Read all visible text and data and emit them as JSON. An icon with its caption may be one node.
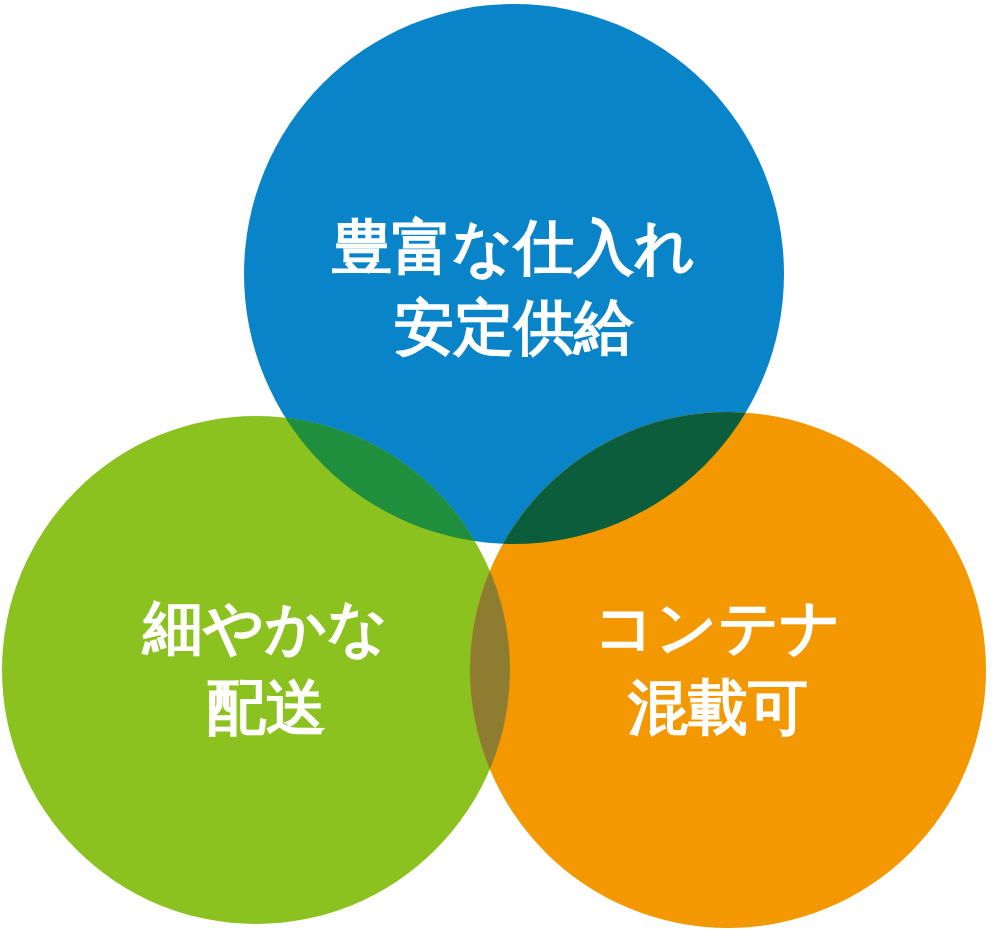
{
  "diagram": {
    "nodes": [
      {
        "text": [
          "豊富な仕入れ安定供給"
        ]
      },
      {
        "text": [
          "細やかな配送"
        ]
      },
      {
        "text": [
          "コンテナ混載可"
        ]
      }
    ],
    "edges": []
  }
}
